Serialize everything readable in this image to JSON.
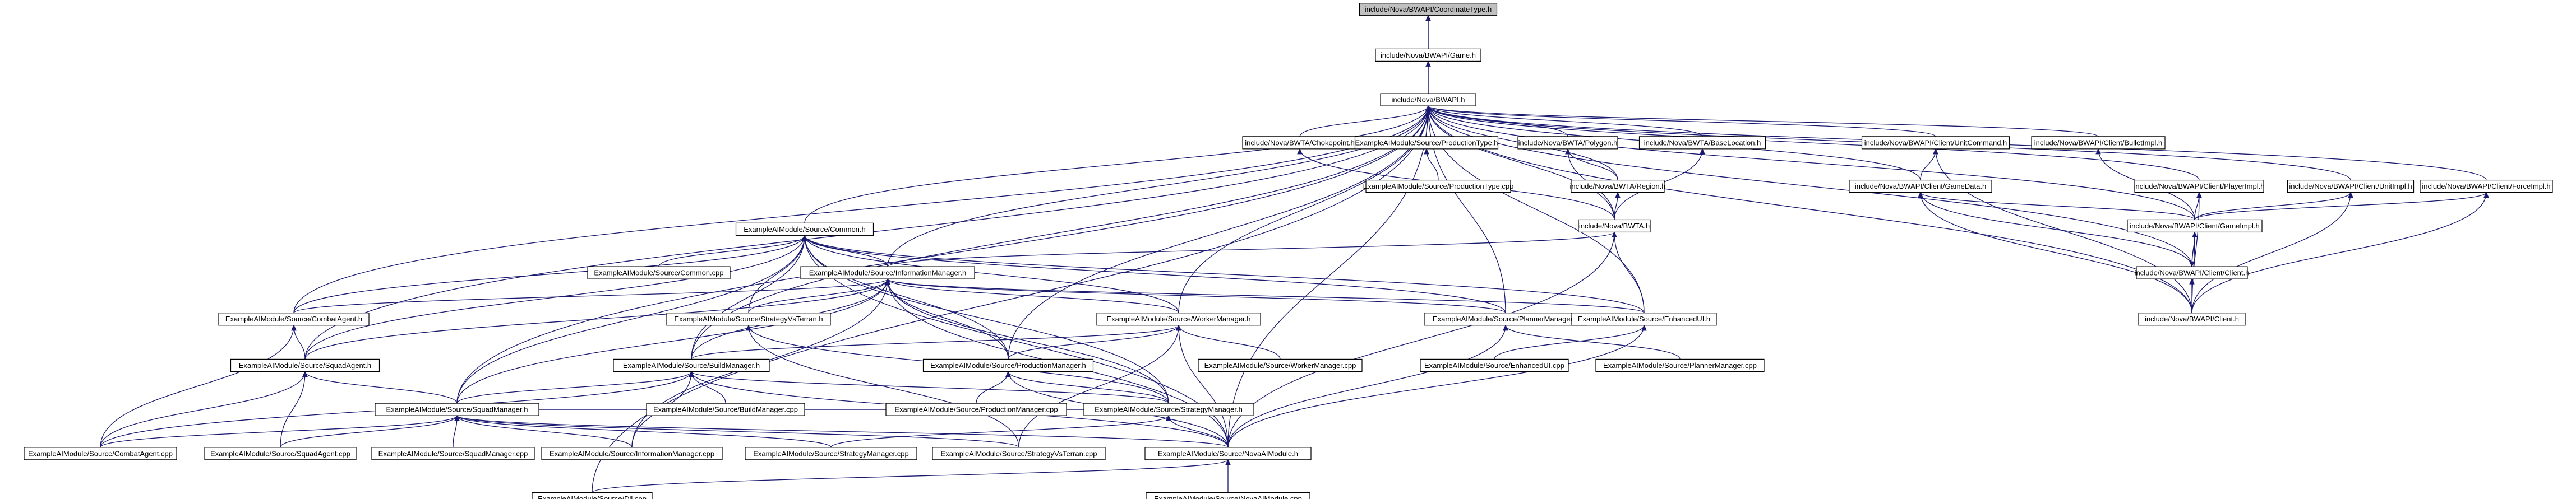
{
  "graph": {
    "root": "CoordinateType",
    "colors": {
      "root_fill": "#c0c0c0",
      "node_fill": "#ffffff",
      "border": "#000000",
      "edge": "#191970"
    },
    "nodes": {
      "CoordinateType": "include/Nova/BWAPI/CoordinateType.h",
      "Game": "include/Nova/BWAPI/Game.h",
      "BWAPI": "include/Nova/BWAPI.h",
      "Chokepoint": "include/Nova/BWTA/Chokepoint.h",
      "ProductionTypeH": "ExampleAIModule/Source/ProductionType.h",
      "Polygon": "include/Nova/BWTA/Polygon.h",
      "BaseLocation": "include/Nova/BWTA/BaseLocation.h",
      "UnitCommand": "include/Nova/BWAPI/Client/UnitCommand.h",
      "BulletImpl": "include/Nova/BWAPI/Client/BulletImpl.h",
      "PlayerImpl": "include/Nova/BWAPI/Client/PlayerImpl.h",
      "UnitImpl": "include/Nova/BWAPI/Client/UnitImpl.h",
      "ForceImpl": "include/Nova/BWAPI/Client/ForceImpl.h",
      "ProductionTypeCpp": "ExampleAIModule/Source/ProductionType.cpp",
      "Region": "include/Nova/BWTA/Region.h",
      "GameData": "include/Nova/BWAPI/Client/GameData.h",
      "GameImpl": "include/Nova/BWAPI/Client/GameImpl.h",
      "CommonH": "ExampleAIModule/Source/Common.h",
      "BWTA": "include/Nova/BWTA.h",
      "ClientH": "include/Nova/BWAPI/Client/Client.h",
      "CommonCpp": "ExampleAIModule/Source/Common.cpp",
      "InformationManagerH": "ExampleAIModule/Source/InformationManager.h",
      "CombatAgentH": "ExampleAIModule/Source/CombatAgent.h",
      "StrategyVsTerranH": "ExampleAIModule/Source/StrategyVsTerran.h",
      "WorkerManagerH": "ExampleAIModule/Source/WorkerManager.h",
      "PlannerManagerH": "ExampleAIModule/Source/PlannerManager.h",
      "EnhancedUIH": "ExampleAIModule/Source/EnhancedUI.h",
      "BWAPIClientH": "include/Nova/BWAPI/Client.h",
      "SquadAgentH": "ExampleAIModule/Source/SquadAgent.h",
      "BuildManagerH": "ExampleAIModule/Source/BuildManager.h",
      "ProductionManagerH": "ExampleAIModule/Source/ProductionManager.h",
      "WorkerManagerCpp": "ExampleAIModule/Source/WorkerManager.cpp",
      "EnhancedUICpp": "ExampleAIModule/Source/EnhancedUI.cpp",
      "PlannerManagerCpp": "ExampleAIModule/Source/PlannerManager.cpp",
      "BuildManagerCpp": "ExampleAIModule/Source/BuildManager.cpp",
      "ProductionManagerCpp": "ExampleAIModule/Source/ProductionManager.cpp",
      "StrategyManagerH": "ExampleAIModule/Source/StrategyManager.h",
      "SquadManagerH": "ExampleAIModule/Source/SquadManager.h",
      "CombatAgentCpp": "ExampleAIModule/Source/CombatAgent.cpp",
      "SquadAgentCpp": "ExampleAIModule/Source/SquadAgent.cpp",
      "SquadManagerCpp": "ExampleAIModule/Source/SquadManager.cpp",
      "InformationManagerCpp": "ExampleAIModule/Source/InformationManager.cpp",
      "StrategyManagerCpp": "ExampleAIModule/Source/StrategyManager.cpp",
      "StrategyVsTerranCpp": "ExampleAIModule/Source/StrategyVsTerran.cpp",
      "NovaAIModuleH": "ExampleAIModule/Source/NovaAIModule.h",
      "DllCpp": "ExampleAIModule/Source/Dll.cpp",
      "NovaAIModuleCpp": "ExampleAIModule/Source/NovaAIModule.cpp"
    },
    "edges": [
      [
        "Game",
        "CoordinateType"
      ],
      [
        "BWAPI",
        "Game"
      ],
      [
        "BWAPI",
        "CoordinateType"
      ],
      [
        "Chokepoint",
        "BWAPI"
      ],
      [
        "ProductionTypeH",
        "BWAPI"
      ],
      [
        "Polygon",
        "BWAPI"
      ],
      [
        "BaseLocation",
        "BWAPI"
      ],
      [
        "UnitCommand",
        "BWAPI"
      ],
      [
        "BulletImpl",
        "BWAPI"
      ],
      [
        "PlayerImpl",
        "BWAPI"
      ],
      [
        "UnitImpl",
        "BWAPI"
      ],
      [
        "ForceImpl",
        "BWAPI"
      ],
      [
        "Region",
        "BWAPI"
      ],
      [
        "GameData",
        "BWAPI"
      ],
      [
        "GameImpl",
        "BWAPI"
      ],
      [
        "CommonH",
        "BWAPI"
      ],
      [
        "BWTA",
        "BWAPI"
      ],
      [
        "ClientH",
        "BWAPI"
      ],
      [
        "InformationManagerH",
        "BWAPI"
      ],
      [
        "CombatAgentH",
        "BWAPI"
      ],
      [
        "WorkerManagerH",
        "BWAPI"
      ],
      [
        "PlannerManagerH",
        "BWAPI"
      ],
      [
        "EnhancedUIH",
        "BWAPI"
      ],
      [
        "BWAPIClientH",
        "BWAPI"
      ],
      [
        "SquadAgentH",
        "BWAPI"
      ],
      [
        "BuildManagerH",
        "BWAPI"
      ],
      [
        "ProductionManagerH",
        "BWAPI"
      ],
      [
        "SquadManagerH",
        "BWAPI"
      ],
      [
        "NovaAIModuleH",
        "BWAPI"
      ],
      [
        "DllCpp",
        "BWAPI"
      ],
      [
        "ProductionTypeCpp",
        "ProductionTypeH"
      ],
      [
        "Region",
        "Polygon"
      ],
      [
        "BWTA",
        "Chokepoint"
      ],
      [
        "BWTA",
        "Polygon"
      ],
      [
        "BWTA",
        "Region"
      ],
      [
        "BWTA",
        "BaseLocation"
      ],
      [
        "GameData",
        "UnitCommand"
      ],
      [
        "GameImpl",
        "PlayerImpl"
      ],
      [
        "GameImpl",
        "UnitImpl"
      ],
      [
        "GameImpl",
        "ForceImpl"
      ],
      [
        "GameImpl",
        "BulletImpl"
      ],
      [
        "GameImpl",
        "GameData"
      ],
      [
        "GameImpl",
        "ClientH"
      ],
      [
        "ClientH",
        "GameData"
      ],
      [
        "ClientH",
        "GameImpl"
      ],
      [
        "BWAPIClientH",
        "ClientH"
      ],
      [
        "BWAPIClientH",
        "GameImpl"
      ],
      [
        "BWAPIClientH",
        "GameData"
      ],
      [
        "BWAPIClientH",
        "UnitCommand"
      ],
      [
        "BWAPIClientH",
        "PlayerImpl"
      ],
      [
        "BWAPIClientH",
        "UnitImpl"
      ],
      [
        "BWAPIClientH",
        "ForceImpl"
      ],
      [
        "CommonCpp",
        "CommonH"
      ],
      [
        "InformationManagerH",
        "CommonH"
      ],
      [
        "InformationManagerH",
        "BWTA"
      ],
      [
        "CombatAgentH",
        "CommonH"
      ],
      [
        "CombatAgentH",
        "InformationManagerH"
      ],
      [
        "StrategyVsTerranH",
        "CommonH"
      ],
      [
        "StrategyVsTerranH",
        "InformationManagerH"
      ],
      [
        "WorkerManagerH",
        "CommonH"
      ],
      [
        "WorkerManagerH",
        "InformationManagerH"
      ],
      [
        "PlannerManagerH",
        "CommonH"
      ],
      [
        "PlannerManagerH",
        "InformationManagerH"
      ],
      [
        "EnhancedUIH",
        "BWTA"
      ],
      [
        "EnhancedUIH",
        "CommonH"
      ],
      [
        "EnhancedUIH",
        "InformationManagerH"
      ],
      [
        "SquadAgentH",
        "CombatAgentH"
      ],
      [
        "SquadAgentH",
        "InformationManagerH"
      ],
      [
        "SquadAgentH",
        "CommonH"
      ],
      [
        "BuildManagerH",
        "CommonH"
      ],
      [
        "BuildManagerH",
        "InformationManagerH"
      ],
      [
        "BuildManagerH",
        "WorkerManagerH"
      ],
      [
        "ProductionManagerH",
        "CommonH"
      ],
      [
        "ProductionManagerH",
        "InformationManagerH"
      ],
      [
        "ProductionManagerH",
        "WorkerManagerH"
      ],
      [
        "WorkerManagerCpp",
        "WorkerManagerH"
      ],
      [
        "EnhancedUICpp",
        "EnhancedUIH"
      ],
      [
        "PlannerManagerCpp",
        "PlannerManagerH"
      ],
      [
        "BuildManagerCpp",
        "BuildManagerH"
      ],
      [
        "ProductionManagerCpp",
        "ProductionManagerH"
      ],
      [
        "StrategyManagerH",
        "CommonH"
      ],
      [
        "StrategyManagerH",
        "InformationManagerH"
      ],
      [
        "StrategyManagerH",
        "ProductionManagerH"
      ],
      [
        "StrategyManagerH",
        "BuildManagerH"
      ],
      [
        "StrategyManagerH",
        "StrategyVsTerranH"
      ],
      [
        "StrategyManagerH",
        "SquadManagerH"
      ],
      [
        "SquadManagerH",
        "CommonH"
      ],
      [
        "SquadManagerH",
        "InformationManagerH"
      ],
      [
        "SquadManagerH",
        "SquadAgentH"
      ],
      [
        "SquadManagerH",
        "BuildManagerH"
      ],
      [
        "CombatAgentCpp",
        "CombatAgentH"
      ],
      [
        "CombatAgentCpp",
        "SquadAgentH"
      ],
      [
        "CombatAgentCpp",
        "SquadManagerH"
      ],
      [
        "CombatAgentCpp",
        "BuildManagerH"
      ],
      [
        "SquadAgentCpp",
        "SquadAgentH"
      ],
      [
        "SquadAgentCpp",
        "SquadManagerH"
      ],
      [
        "SquadManagerCpp",
        "SquadManagerH"
      ],
      [
        "InformationManagerCpp",
        "InformationManagerH"
      ],
      [
        "InformationManagerCpp",
        "SquadManagerH"
      ],
      [
        "InformationManagerCpp",
        "BuildManagerH"
      ],
      [
        "StrategyManagerCpp",
        "StrategyManagerH"
      ],
      [
        "StrategyManagerCpp",
        "SquadManagerH"
      ],
      [
        "StrategyVsTerranCpp",
        "StrategyVsTerranH"
      ],
      [
        "StrategyVsTerranCpp",
        "SquadManagerH"
      ],
      [
        "StrategyVsTerranCpp",
        "WorkerManagerH"
      ],
      [
        "NovaAIModuleH",
        "CommonH"
      ],
      [
        "NovaAIModuleH",
        "InformationManagerH"
      ],
      [
        "NovaAIModuleH",
        "WorkerManagerH"
      ],
      [
        "NovaAIModuleH",
        "BuildManagerH"
      ],
      [
        "NovaAIModuleH",
        "ProductionManagerH"
      ],
      [
        "NovaAIModuleH",
        "StrategyManagerH"
      ],
      [
        "NovaAIModuleH",
        "SquadManagerH"
      ],
      [
        "NovaAIModuleH",
        "PlannerManagerH"
      ],
      [
        "NovaAIModuleH",
        "EnhancedUIH"
      ],
      [
        "NovaAIModuleH",
        "BWTA"
      ],
      [
        "DllCpp",
        "NovaAIModuleH"
      ],
      [
        "NovaAIModuleCpp",
        "NovaAIModuleH"
      ]
    ]
  }
}
